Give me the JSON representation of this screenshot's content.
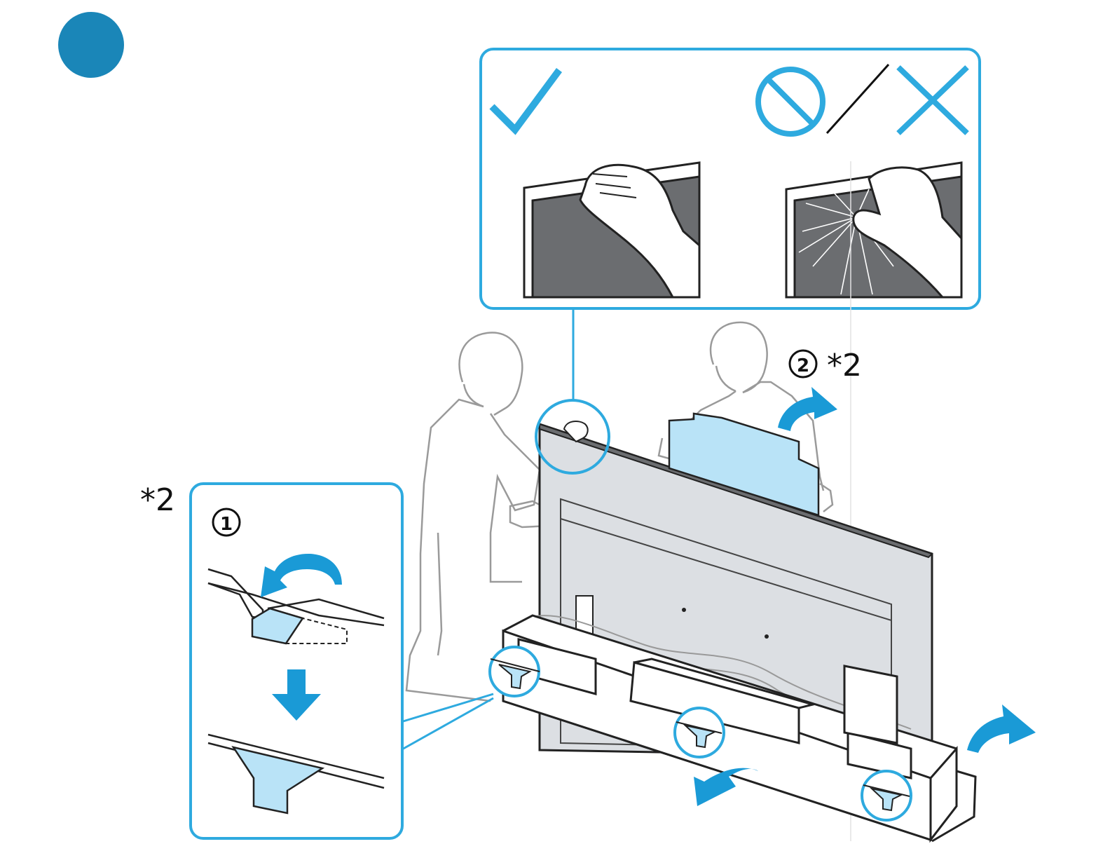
{
  "step": {
    "marker_color": "#1a86b8",
    "marker_text": ""
  },
  "labels": {
    "note_mark_top": "*2",
    "note_mark_left": "*2",
    "step_one": "1",
    "step_two": "2"
  },
  "icons": {
    "correct": "check-icon",
    "prohibited": "prohibited-icon",
    "wrong": "cross-icon"
  },
  "colors": {
    "accent": "#2eaadf",
    "accent_fill": "#b9e3f7",
    "arrow_blue": "#1a9ad6",
    "screen": "#6b6d70",
    "line": "#222222",
    "panel_grey": "#dcdfe3"
  }
}
